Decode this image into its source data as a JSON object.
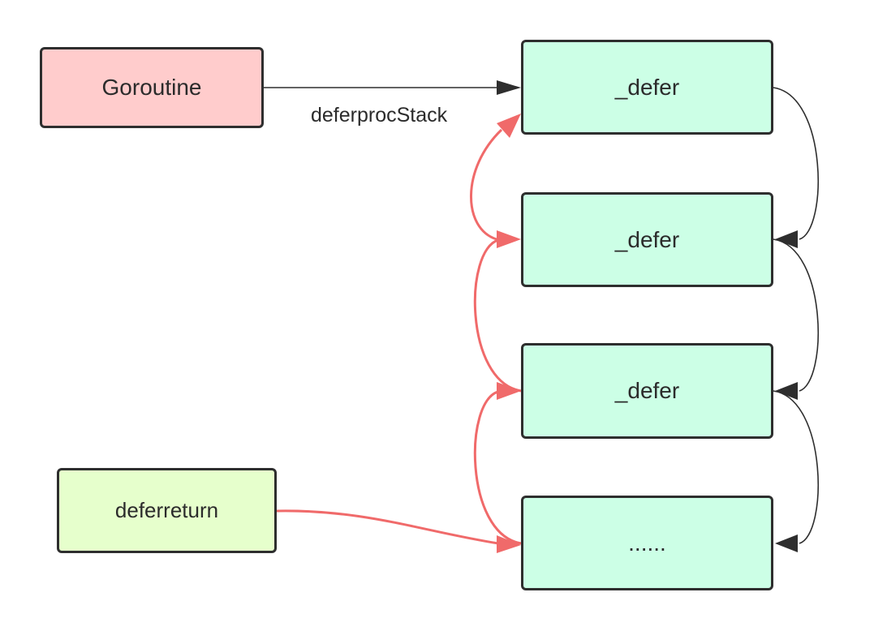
{
  "nodes": {
    "goroutine": "Goroutine",
    "deferreturn": "deferreturn",
    "defer_1": "_defer",
    "defer_2": "_defer",
    "defer_3": "_defer",
    "defer_tail": "......"
  },
  "edge_labels": {
    "goroutine_to_defer": "deferprocStack"
  },
  "colors": {
    "goroutine_fill": "#ffcccc",
    "deferreturn_fill": "#e6ffcc",
    "defer_fill": "#ccffe6",
    "border": "#2e2e2e",
    "link_arrow": "#2e2e2e",
    "return_arrow": "#f06a6a"
  }
}
